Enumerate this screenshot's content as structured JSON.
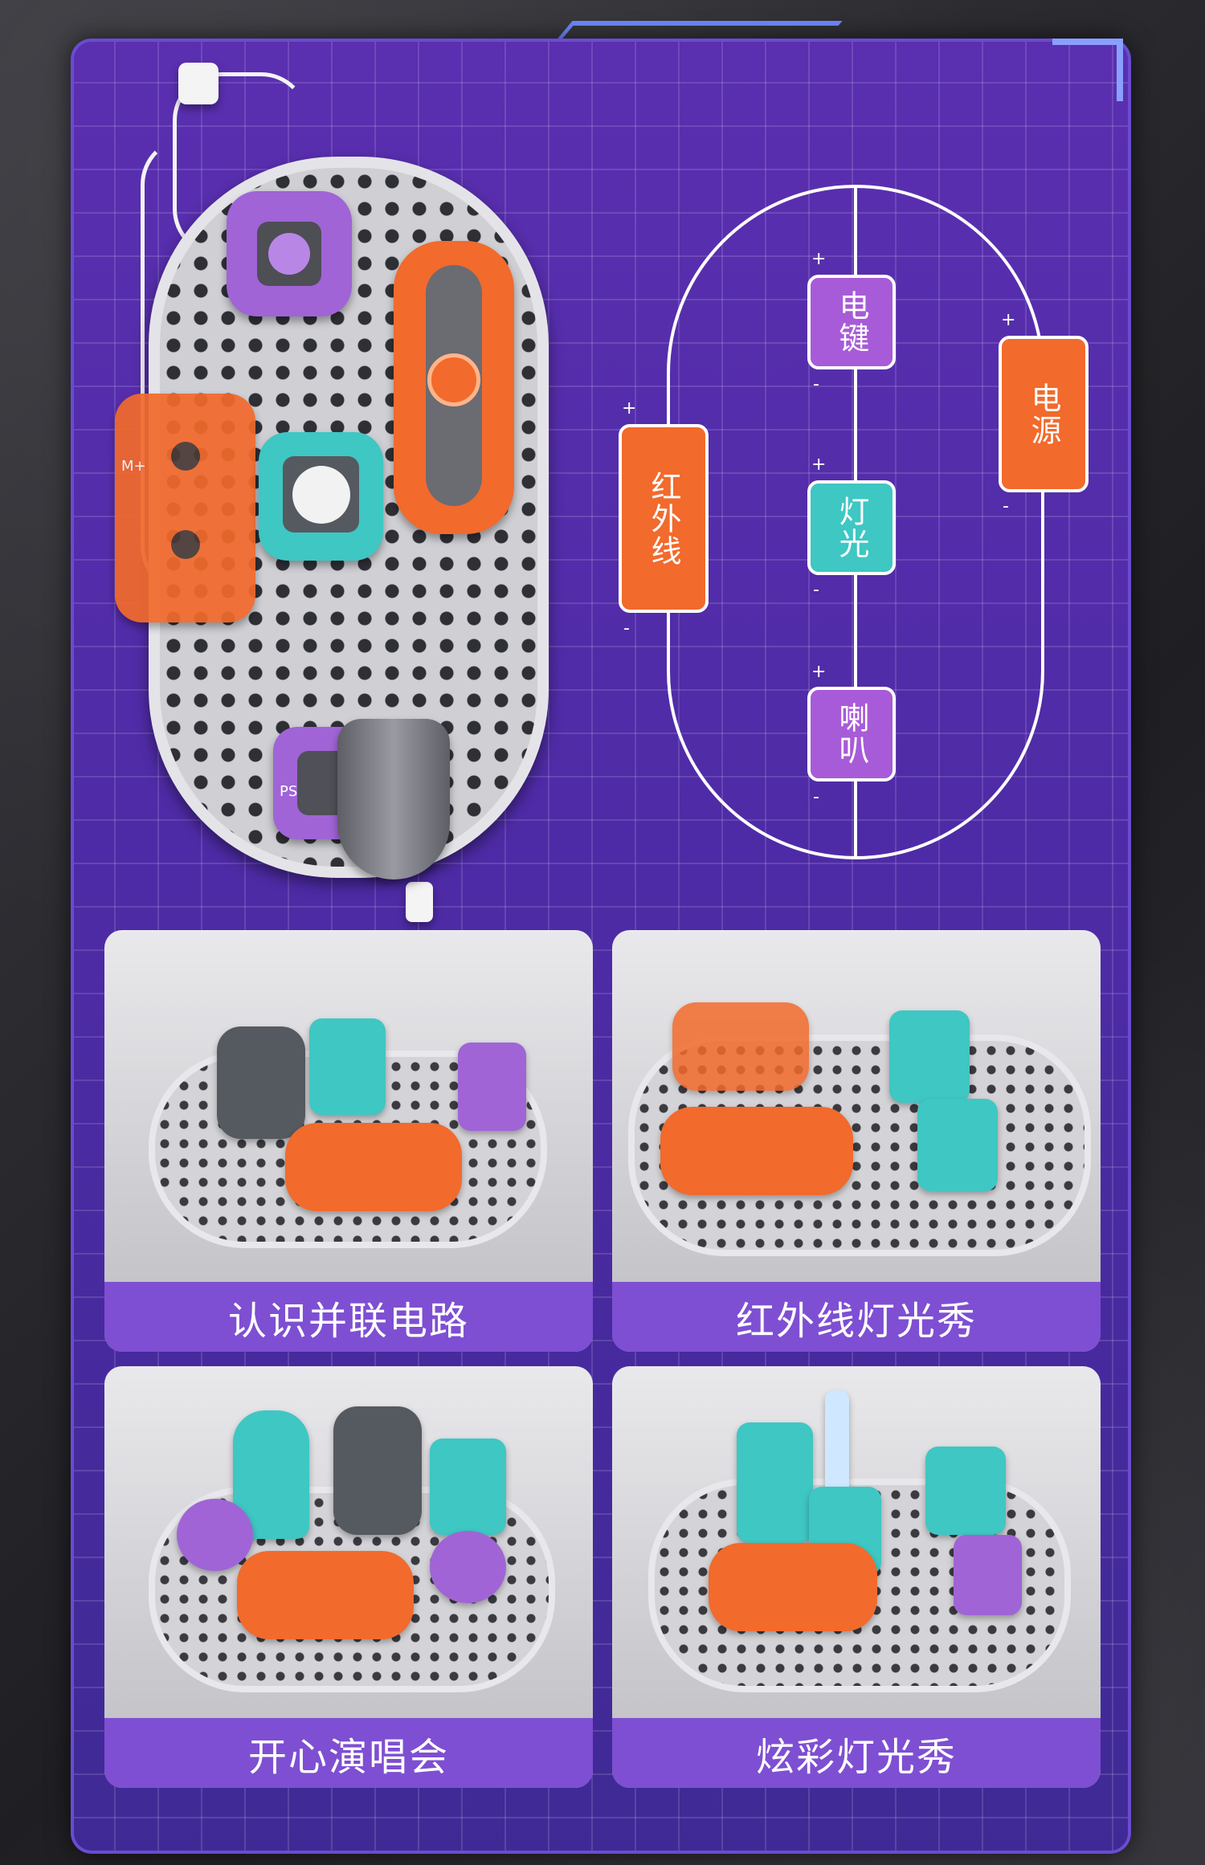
{
  "schematic": {
    "power": "电源",
    "key": "电键",
    "light": "灯光",
    "speaker": "喇叭",
    "infrared": "红外线",
    "plus": "+",
    "minus": "-"
  },
  "board_labels": {
    "ps": "PS",
    "m_plus": "M+"
  },
  "cards": [
    {
      "label": "认识并联电路"
    },
    {
      "label": "红外线灯光秀"
    },
    {
      "label": "开心演唱会"
    },
    {
      "label": "炫彩灯光秀"
    }
  ],
  "colors": {
    "panel": "#5a2fb0",
    "orange": "#f26a2c",
    "purple": "#a85bd8",
    "teal": "#3ec7c3",
    "label_bar": "#7e4fd2"
  }
}
